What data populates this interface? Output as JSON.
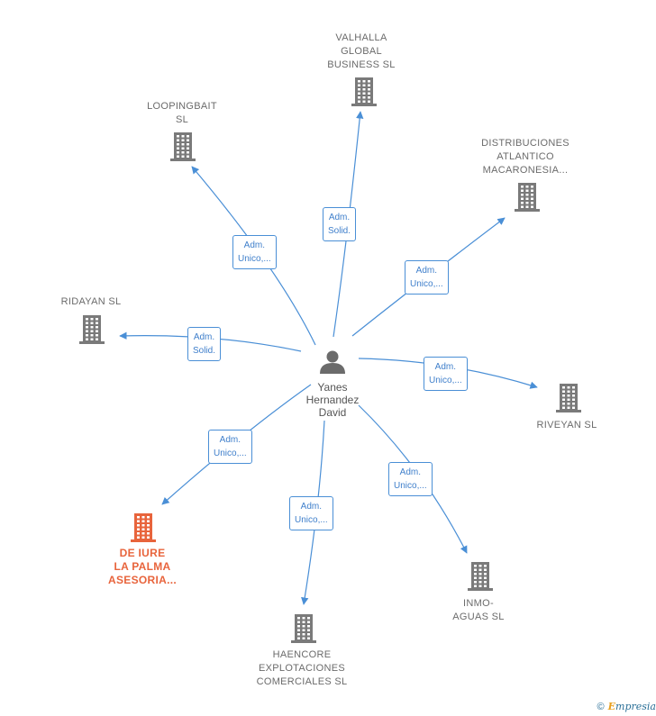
{
  "center": {
    "name_lines": [
      "Yanes",
      "Hernandez",
      "David"
    ],
    "icon": "person-icon"
  },
  "companies": [
    {
      "id": "valhalla",
      "lines": [
        "VALHALLA",
        "GLOBAL",
        "BUSINESS  SL"
      ],
      "relation": [
        "Adm.",
        "Solid."
      ],
      "highlight": false,
      "icon": "building-icon"
    },
    {
      "id": "loopingbait",
      "lines": [
        "LOOPINGBAIT",
        "SL"
      ],
      "relation": [
        "Adm.",
        "Unico,..."
      ],
      "highlight": false,
      "icon": "building-icon"
    },
    {
      "id": "distribuciones",
      "lines": [
        "DISTRIBUCIONES",
        "ATLANTICO",
        "MACARONESIA..."
      ],
      "relation": [
        "Adm.",
        "Unico,..."
      ],
      "highlight": false,
      "icon": "building-icon"
    },
    {
      "id": "ridayan",
      "lines": [
        "RIDAYAN SL"
      ],
      "relation": [
        "Adm.",
        "Solid."
      ],
      "highlight": false,
      "icon": "building-icon"
    },
    {
      "id": "riveyan",
      "lines": [
        "RIVEYAN SL"
      ],
      "relation": [
        "Adm.",
        "Unico,..."
      ],
      "highlight": false,
      "icon": "building-icon"
    },
    {
      "id": "deiure",
      "lines": [
        "DE IURE",
        "LA PALMA",
        "ASESORIA..."
      ],
      "relation": [
        "Adm.",
        "Unico,..."
      ],
      "highlight": true,
      "icon": "building-icon"
    },
    {
      "id": "inmoaguas",
      "lines": [
        "INMO-",
        "AGUAS  SL"
      ],
      "relation": [
        "Adm.",
        "Unico,..."
      ],
      "highlight": false,
      "icon": "building-icon"
    },
    {
      "id": "haencore",
      "lines": [
        "HAENCORE",
        "EXPLOTACIONES",
        "COMERCIALES SL"
      ],
      "relation": [
        "Adm.",
        "Unico,..."
      ],
      "highlight": false,
      "icon": "building-icon"
    }
  ],
  "footer": {
    "copyright": "©",
    "brand_first": "E",
    "brand_rest": "mpresia"
  },
  "colors": {
    "edge": "#4a8fd6",
    "building": "#7a7a7a",
    "highlight": "#e8643c",
    "person": "#6b6b6b"
  }
}
